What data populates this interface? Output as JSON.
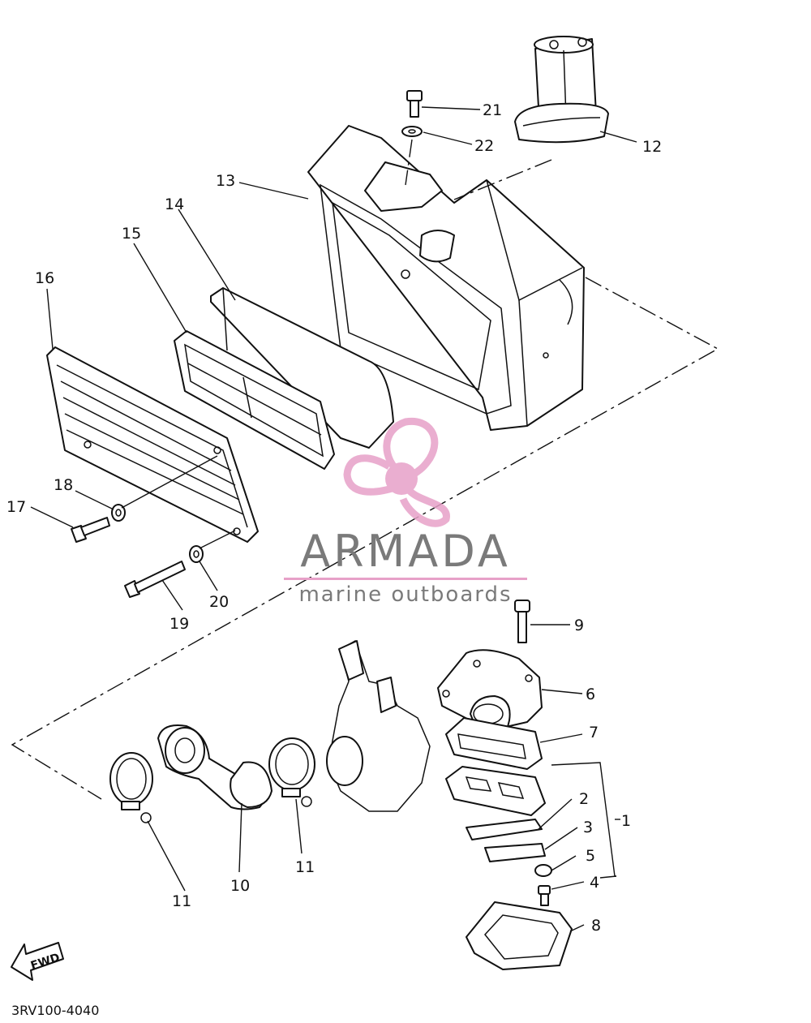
{
  "callouts": [
    {
      "id": "1",
      "label": "1"
    },
    {
      "id": "2",
      "label": "2"
    },
    {
      "id": "3",
      "label": "3"
    },
    {
      "id": "4",
      "label": "4"
    },
    {
      "id": "5",
      "label": "5"
    },
    {
      "id": "6",
      "label": "6"
    },
    {
      "id": "7",
      "label": "7"
    },
    {
      "id": "8",
      "label": "8"
    },
    {
      "id": "9",
      "label": "9"
    },
    {
      "id": "10",
      "label": "10"
    },
    {
      "id": "11a",
      "label": "11"
    },
    {
      "id": "11b",
      "label": "11"
    },
    {
      "id": "12",
      "label": "12"
    },
    {
      "id": "13",
      "label": "13"
    },
    {
      "id": "14",
      "label": "14"
    },
    {
      "id": "15",
      "label": "15"
    },
    {
      "id": "16",
      "label": "16"
    },
    {
      "id": "17",
      "label": "17"
    },
    {
      "id": "18",
      "label": "18"
    },
    {
      "id": "19",
      "label": "19"
    },
    {
      "id": "20",
      "label": "20"
    },
    {
      "id": "21",
      "label": "21"
    },
    {
      "id": "22",
      "label": "22"
    }
  ],
  "watermark": {
    "name": "ARMADA",
    "tagline": "marine outboards",
    "accent_color": "#e7a1c8",
    "text_color": "#7a7a7a",
    "icon": "propeller-logo-icon"
  },
  "direction_marker": {
    "label": "FWD",
    "icon": "fwd-arrow-icon"
  },
  "drawing_code": "3RV100-4040"
}
